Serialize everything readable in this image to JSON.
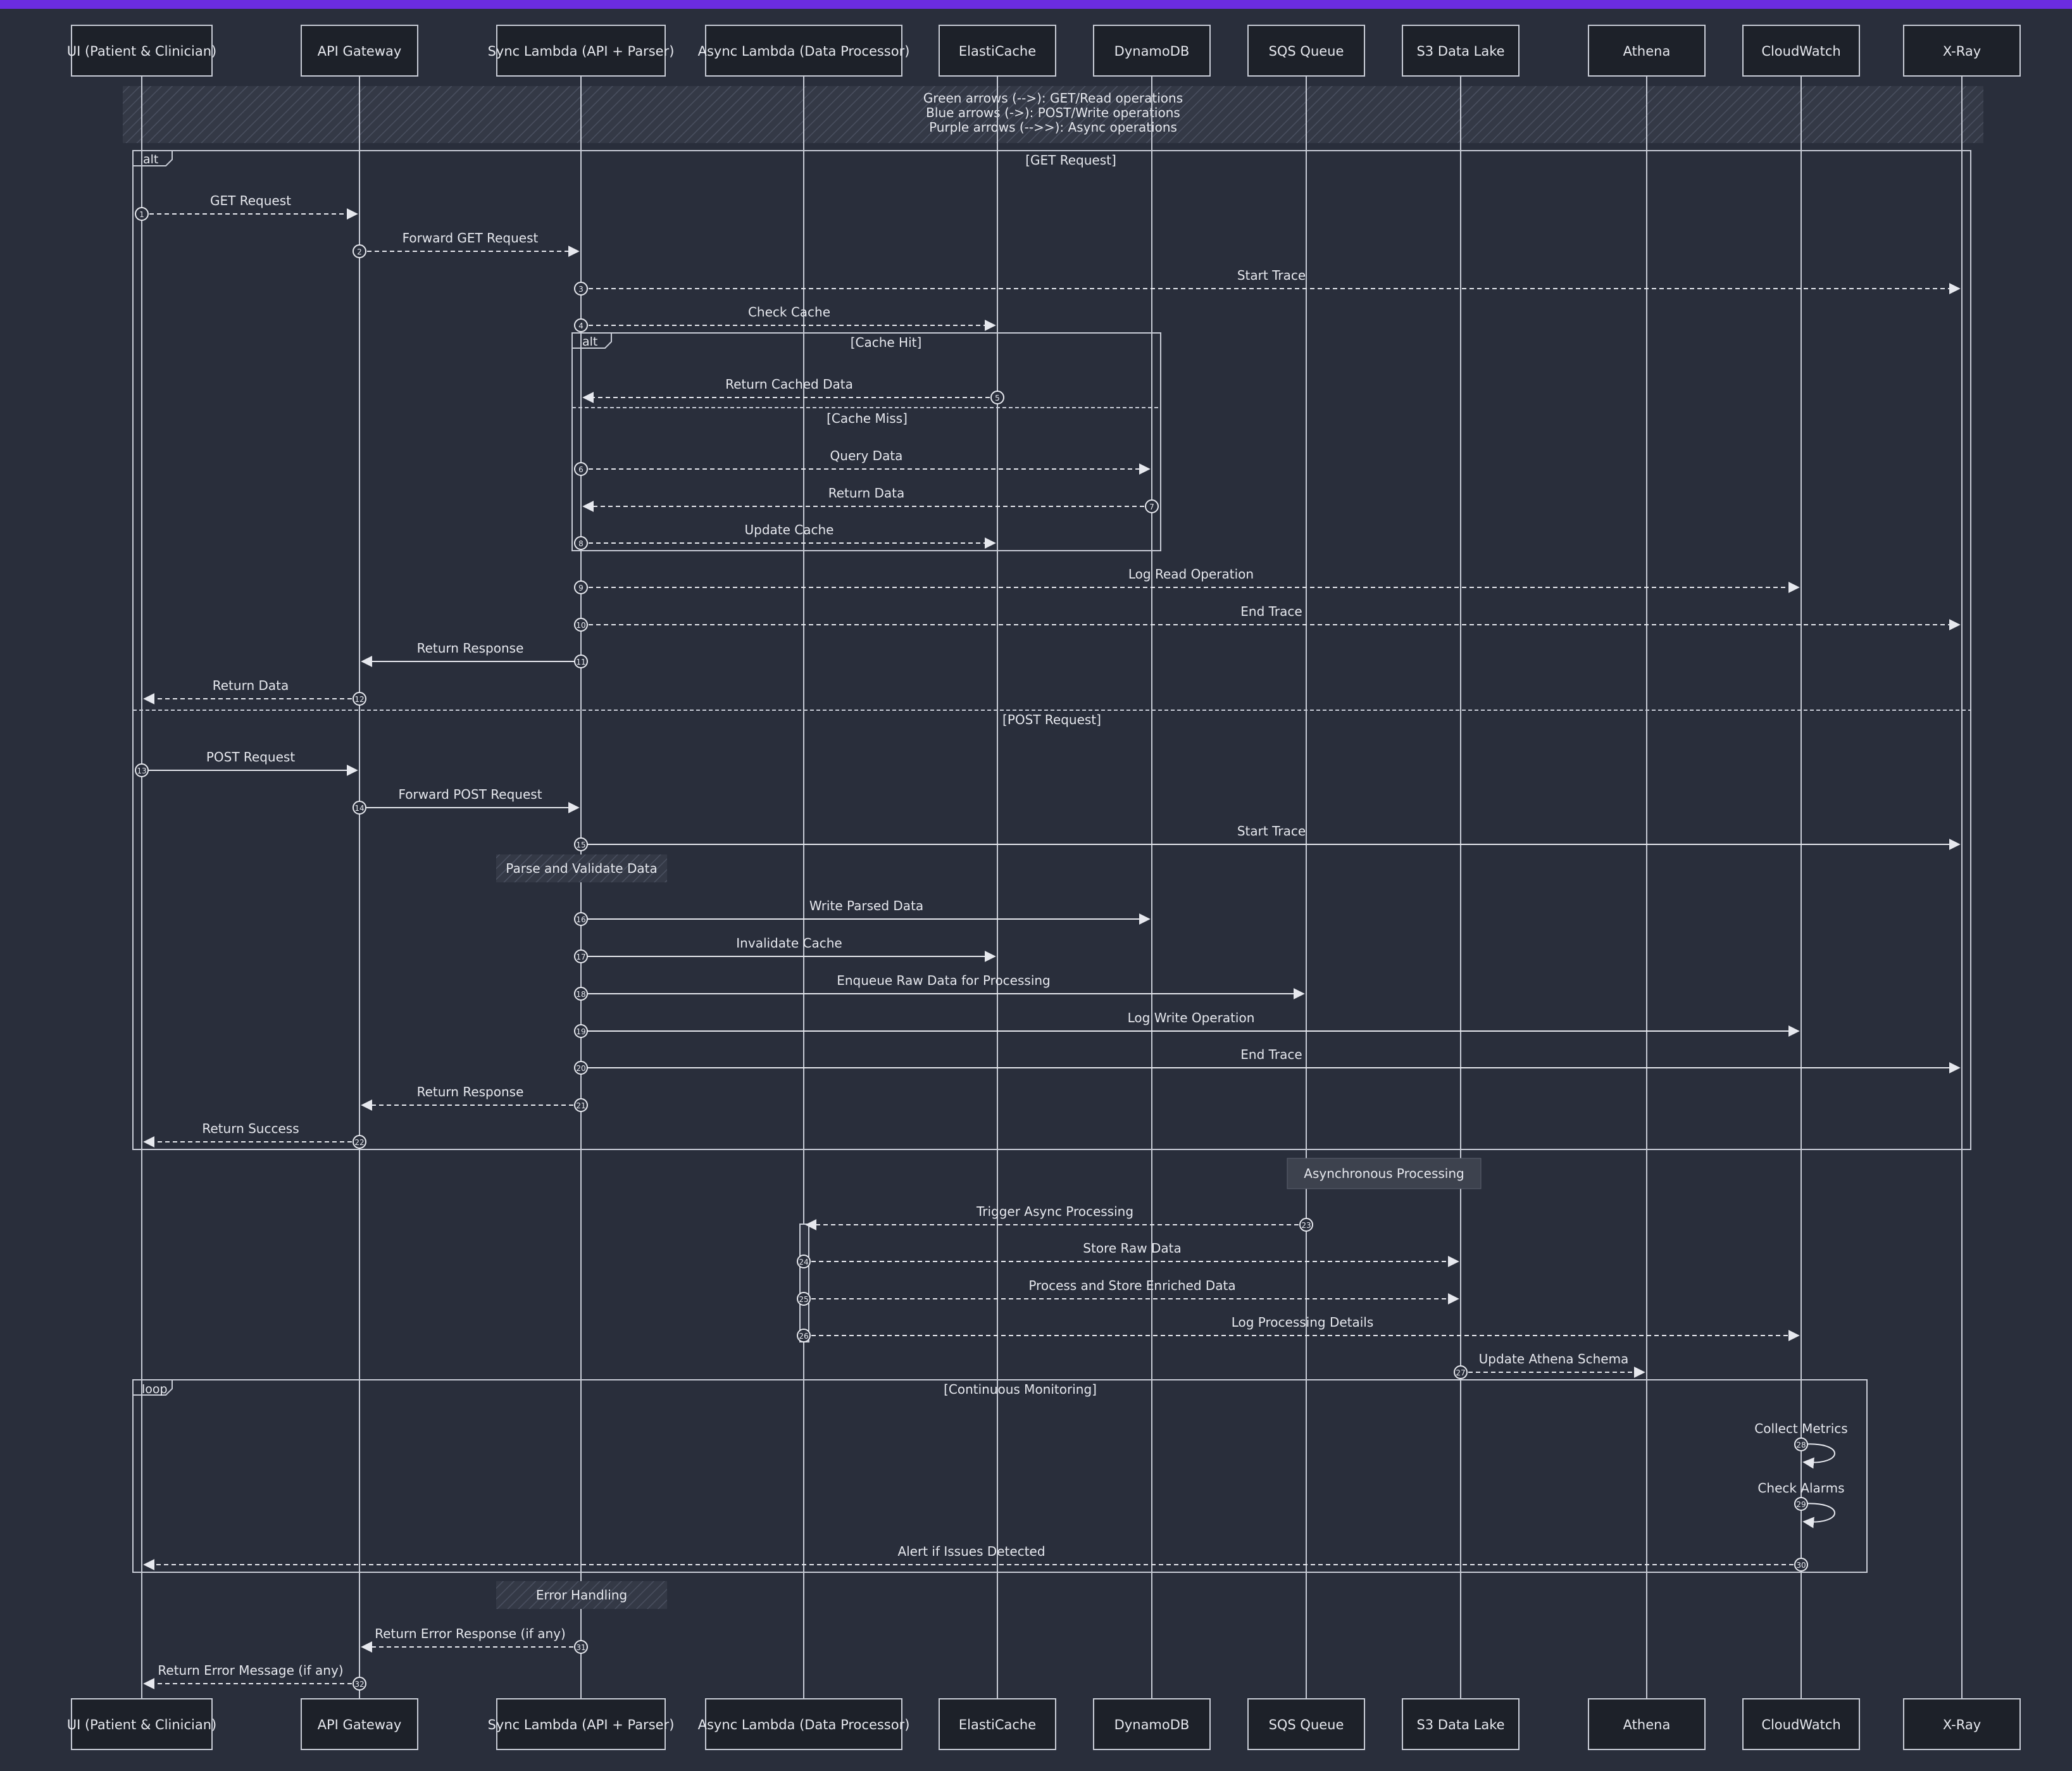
{
  "actors": [
    {
      "id": "ui",
      "label": "UI (Patient & Clinician)"
    },
    {
      "id": "api",
      "label": "API Gateway"
    },
    {
      "id": "sync",
      "label": "Sync Lambda (API + Parser)"
    },
    {
      "id": "async",
      "label": "Async Lambda (Data Processor)"
    },
    {
      "id": "cache",
      "label": "ElastiCache"
    },
    {
      "id": "ddb",
      "label": "DynamoDB"
    },
    {
      "id": "sqs",
      "label": "SQS Queue"
    },
    {
      "id": "s3",
      "label": "S3 Data Lake"
    },
    {
      "id": "athena",
      "label": "Athena"
    },
    {
      "id": "cw",
      "label": "CloudWatch"
    },
    {
      "id": "xray",
      "label": "X-Ray"
    }
  ],
  "legend": [
    "Green arrows (-->): GET/Read operations",
    "Blue arrows (->): POST/Write operations",
    "Purple arrows (-->>): Async operations"
  ],
  "frames": [
    {
      "kind": "alt",
      "conditions": [
        "[GET Request]",
        "[POST Request]"
      ]
    },
    {
      "kind": "alt",
      "conditions": [
        "[Cache Hit]",
        "[Cache Miss]"
      ]
    },
    {
      "kind": "loop",
      "conditions": [
        "[Continuous Monitoring]"
      ]
    }
  ],
  "notes": [
    "Parse and Validate Data",
    "Asynchronous Processing",
    "Error Handling"
  ],
  "messages": [
    {
      "n": 1,
      "label": "GET Request",
      "from": "ui",
      "to": "api",
      "style": "dashed"
    },
    {
      "n": 2,
      "label": "Forward GET Request",
      "from": "api",
      "to": "sync",
      "style": "dashed"
    },
    {
      "n": 3,
      "label": "Start Trace",
      "from": "sync",
      "to": "xray",
      "style": "dashed"
    },
    {
      "n": 4,
      "label": "Check Cache",
      "from": "sync",
      "to": "cache",
      "style": "dashed"
    },
    {
      "n": 5,
      "label": "Return Cached Data",
      "from": "cache",
      "to": "sync",
      "style": "dashed"
    },
    {
      "n": 6,
      "label": "Query Data",
      "from": "sync",
      "to": "ddb",
      "style": "dashed"
    },
    {
      "n": 7,
      "label": "Return Data",
      "from": "ddb",
      "to": "sync",
      "style": "dashed"
    },
    {
      "n": 8,
      "label": "Update Cache",
      "from": "sync",
      "to": "cache",
      "style": "dashed"
    },
    {
      "n": 9,
      "label": "Log Read Operation",
      "from": "sync",
      "to": "cw",
      "style": "dashed"
    },
    {
      "n": 10,
      "label": "End Trace",
      "from": "sync",
      "to": "xray",
      "style": "dashed"
    },
    {
      "n": 11,
      "label": "Return Response",
      "from": "sync",
      "to": "api",
      "style": "solid"
    },
    {
      "n": 12,
      "label": "Return Data",
      "from": "api",
      "to": "ui",
      "style": "dashed"
    },
    {
      "n": 13,
      "label": "POST Request",
      "from": "ui",
      "to": "api",
      "style": "solid"
    },
    {
      "n": 14,
      "label": "Forward POST Request",
      "from": "api",
      "to": "sync",
      "style": "solid"
    },
    {
      "n": 15,
      "label": "Start Trace",
      "from": "sync",
      "to": "xray",
      "style": "solid"
    },
    {
      "n": 16,
      "label": "Write Parsed Data",
      "from": "sync",
      "to": "ddb",
      "style": "solid"
    },
    {
      "n": 17,
      "label": "Invalidate Cache",
      "from": "sync",
      "to": "cache",
      "style": "solid"
    },
    {
      "n": 18,
      "label": "Enqueue Raw Data for Processing",
      "from": "sync",
      "to": "sqs",
      "style": "solid"
    },
    {
      "n": 19,
      "label": "Log Write Operation",
      "from": "sync",
      "to": "cw",
      "style": "solid"
    },
    {
      "n": 20,
      "label": "End Trace",
      "from": "sync",
      "to": "xray",
      "style": "solid"
    },
    {
      "n": 21,
      "label": "Return Response",
      "from": "sync",
      "to": "api",
      "style": "dashed"
    },
    {
      "n": 22,
      "label": "Return Success",
      "from": "api",
      "to": "ui",
      "style": "dashed"
    },
    {
      "n": 23,
      "label": "Trigger Async Processing",
      "from": "sqs",
      "to": "async",
      "style": "dashed"
    },
    {
      "n": 24,
      "label": "Store Raw Data",
      "from": "async",
      "to": "s3",
      "style": "dashed"
    },
    {
      "n": 25,
      "label": "Process and Store Enriched Data",
      "from": "async",
      "to": "s3",
      "style": "dashed"
    },
    {
      "n": 26,
      "label": "Log Processing Details",
      "from": "async",
      "to": "cw",
      "style": "dashed"
    },
    {
      "n": 27,
      "label": "Update Athena Schema",
      "from": "s3",
      "to": "athena",
      "style": "dashed"
    },
    {
      "n": 28,
      "label": "Collect Metrics",
      "from": "cw",
      "to": "cw",
      "style": "solid"
    },
    {
      "n": 29,
      "label": "Check Alarms",
      "from": "cw",
      "to": "cw",
      "style": "solid"
    },
    {
      "n": 30,
      "label": "Alert if Issues Detected",
      "from": "cw",
      "to": "ui",
      "style": "dashed"
    },
    {
      "n": 31,
      "label": "Return Error Response (if any)",
      "from": "sync",
      "to": "api",
      "style": "dashed"
    },
    {
      "n": 32,
      "label": "Return Error Message (if any)",
      "from": "api",
      "to": "ui",
      "style": "dashed"
    }
  ]
}
